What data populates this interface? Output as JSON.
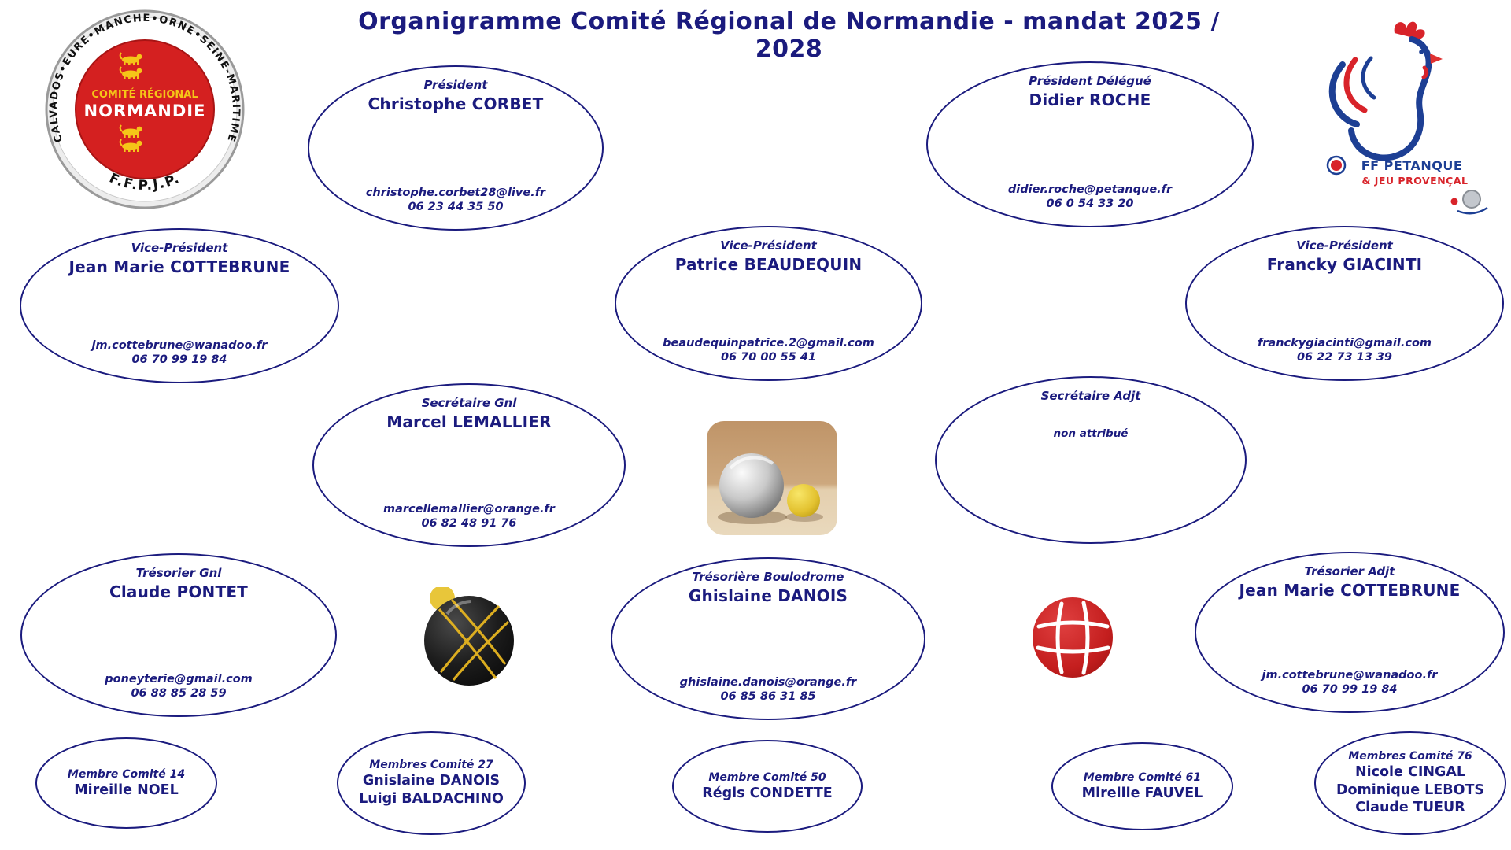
{
  "title": "Organigramme Comité Régional de Normandie - mandat 2025 / 2028",
  "colors": {
    "navy_text": "#1b1b7e",
    "logo_red": "#d42020",
    "logo_gold": "#f5c518",
    "ffpjp_blue": "#1d3f94",
    "ffpjp_red": "#d8232a"
  },
  "logo_normandie": {
    "arc_text": "CALVADOS•EURE•MANCHE•ORNE•SEINE-MARITIME",
    "line1": "COMITÉ RÉGIONAL",
    "line2": "NORMANDIE",
    "bottom": "F.F.P.J.P."
  },
  "logo_ffpjp": {
    "line1": "FF PETANQUE",
    "line2": "& JEU PROVENÇAL"
  },
  "images": {
    "center_photo": "petanque-balls-photo",
    "black_ball": "black-gold-boule-image",
    "red_ball": "red-boule-logo"
  },
  "nodes": {
    "president": {
      "role": "Président",
      "name": "Christophe CORBET",
      "email": "christophe.corbet28@live.fr",
      "phone": "06 23 44 35 50"
    },
    "president_delegue": {
      "role": "Président Délégué",
      "name": "Didier ROCHE",
      "email": "didier.roche@petanque.fr",
      "phone": "06 0 54 33 20"
    },
    "vp_cottebrune": {
      "role": "Vice-Président",
      "name": "Jean Marie COTTEBRUNE",
      "email": "jm.cottebrune@wanadoo.fr",
      "phone": "06 70 99 19 84"
    },
    "vp_beaudequin": {
      "role": "Vice-Président",
      "name": "Patrice BEAUDEQUIN",
      "email": "beaudequinpatrice.2@gmail.com",
      "phone": "06 70 00 55 41"
    },
    "vp_giacinti": {
      "role": "Vice-Président",
      "name": "Francky GIACINTI",
      "email": "franckygiacinti@gmail.com",
      "phone": "06 22 73 13 39"
    },
    "secretaire_gnl": {
      "role": "Secrétaire Gnl",
      "name": "Marcel LEMALLIER",
      "email": "marcellemallier@orange.fr",
      "phone": "06 82 48 91 76"
    },
    "secretaire_adjt": {
      "role": "Secrétaire Adjt",
      "note": "non attribué"
    },
    "tresorier_gnl": {
      "role": "Trésorier Gnl",
      "name": "Claude PONTET",
      "email": "poneyterie@gmail.com",
      "phone": "06 88 85 28 59"
    },
    "tresoriere_boulodrome": {
      "role": "Trésorière Boulodrome",
      "name": "Ghislaine DANOIS",
      "email": "ghislaine.danois@orange.fr",
      "phone": "06 85 86 31 85"
    },
    "tresorier_adjt": {
      "role": "Trésorier Adjt",
      "name": "Jean Marie COTTEBRUNE",
      "email": "jm.cottebrune@wanadoo.fr",
      "phone": "06 70 99 19 84"
    },
    "membre_14": {
      "role": "Membre Comité 14",
      "names": [
        "Mireille NOEL"
      ]
    },
    "membres_27": {
      "role": "Membres Comité 27",
      "names": [
        "Gnislaine DANOIS",
        "Luigi BALDACHINO"
      ]
    },
    "membre_50": {
      "role": "Membre Comité 50",
      "names": [
        "Régis CONDETTE"
      ]
    },
    "membre_61": {
      "role": "Membre Comité 61",
      "names": [
        "Mireille FAUVEL"
      ]
    },
    "membres_76": {
      "role": "Membres Comité 76",
      "names": [
        "Nicole CINGAL",
        "Dominique LEBOTS",
        "Claude TUEUR"
      ]
    }
  }
}
